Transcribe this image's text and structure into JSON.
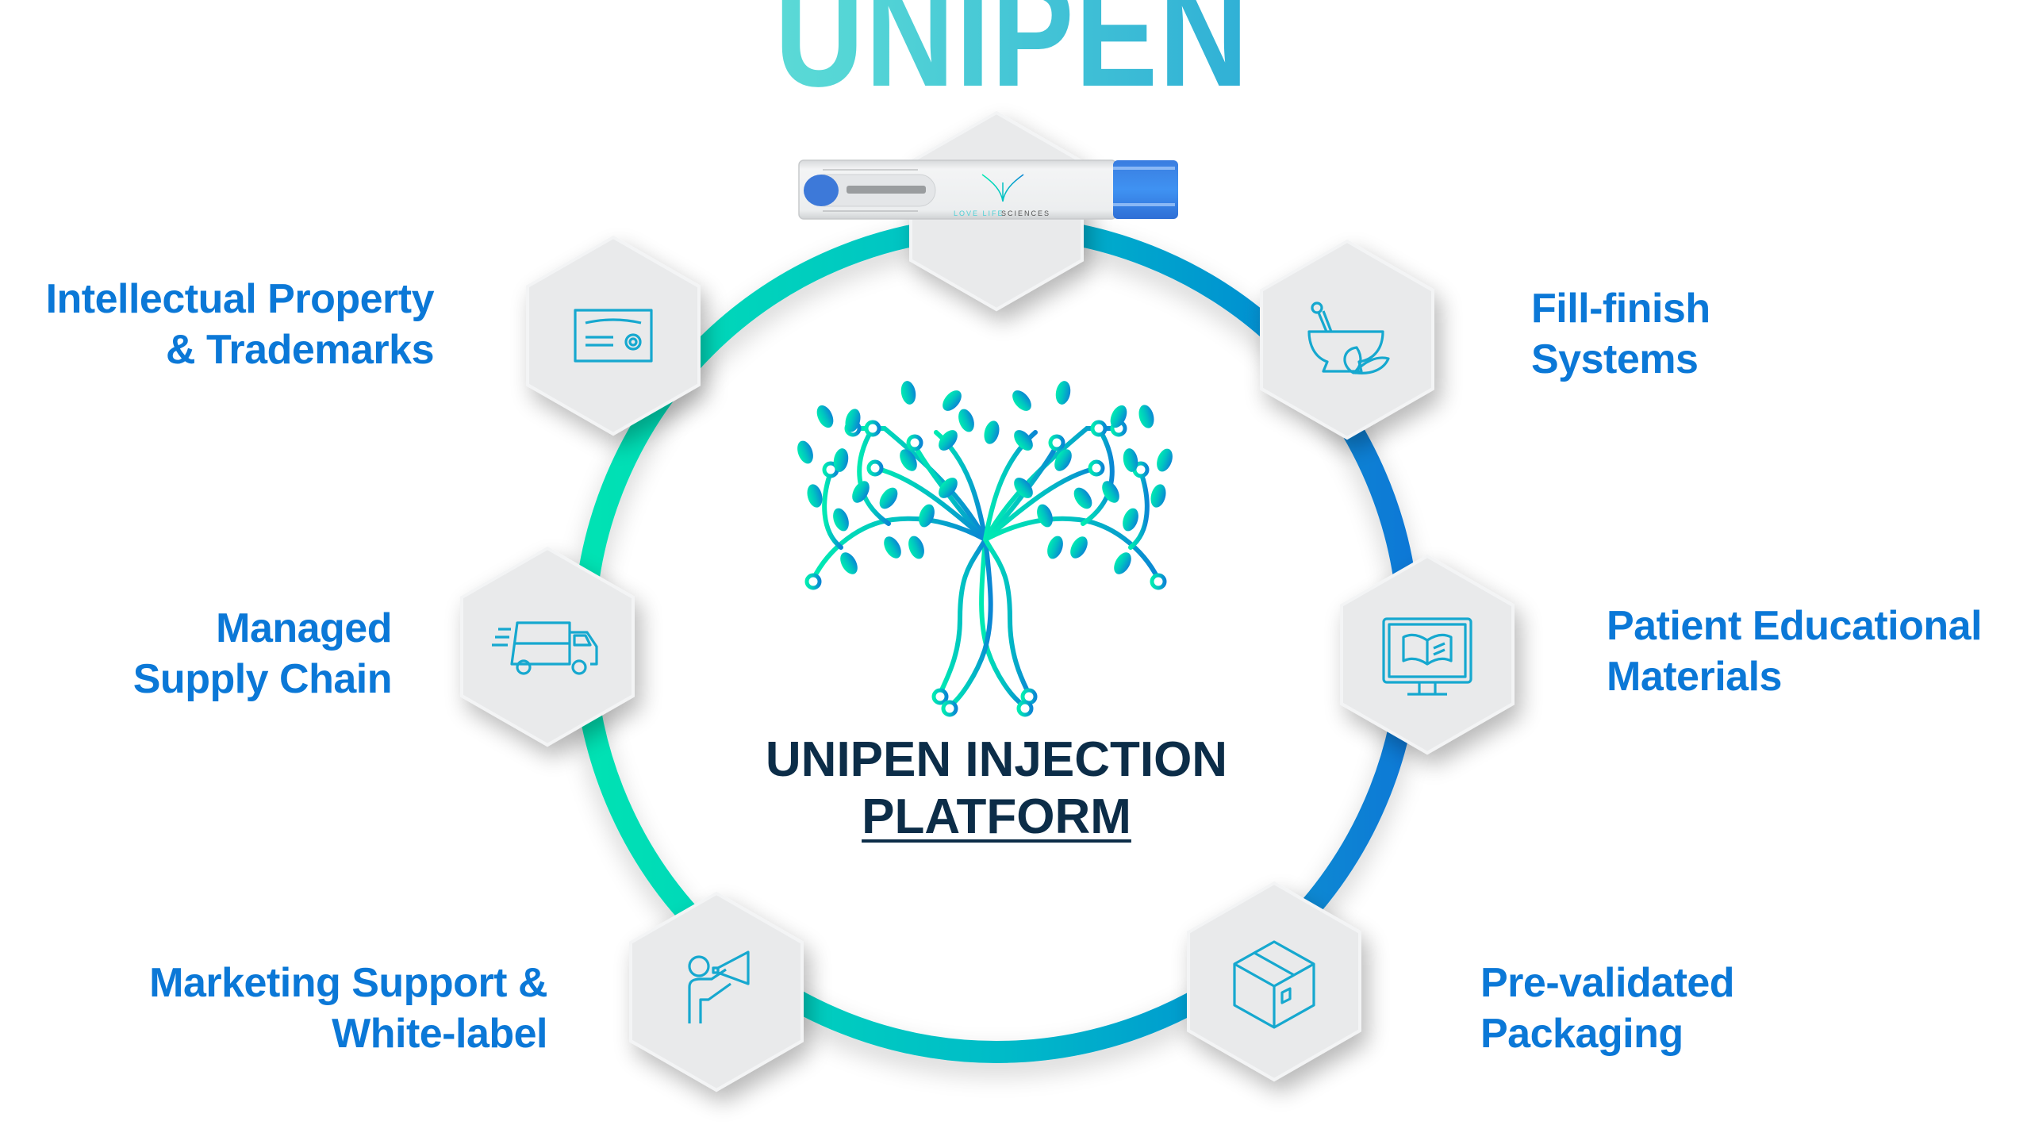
{
  "title": "UNIPEN",
  "center": {
    "line1": "UNIPEN INJECTION",
    "line2": "PLATFORM",
    "logo": "circuit-tree-logo"
  },
  "product": {
    "name": "unipen-autoinjector",
    "brand_text_a": "LOVE LIFE",
    "brand_text_b": "SCIENCES"
  },
  "colors": {
    "label": "#0b78d7",
    "center_text": "#0c2d48",
    "gradient_start": "#00e3b3",
    "gradient_end": "#0a78d6",
    "hex_fill": "#e9eaeb",
    "icon_stroke": "#16a8cf"
  },
  "nodes": [
    {
      "id": "pen",
      "icon": "autoinjector-pen",
      "lines": []
    },
    {
      "id": "ip",
      "icon": "certificate-icon",
      "lines": [
        "Intellectual Property",
        "& Trademarks"
      ]
    },
    {
      "id": "fill",
      "icon": "mortar-pestle-leaf-icon",
      "lines": [
        "Fill-finish",
        "Systems"
      ]
    },
    {
      "id": "supply",
      "icon": "delivery-truck-icon",
      "lines": [
        "Managed",
        "Supply Chain"
      ]
    },
    {
      "id": "edu",
      "icon": "monitor-book-icon",
      "lines": [
        "Patient Educational",
        "Materials"
      ]
    },
    {
      "id": "marketing",
      "icon": "person-megaphone-icon",
      "lines": [
        "Marketing Support &",
        "White-label"
      ]
    },
    {
      "id": "packaging",
      "icon": "box-icon",
      "lines": [
        "Pre-validated",
        "Packaging"
      ]
    }
  ]
}
